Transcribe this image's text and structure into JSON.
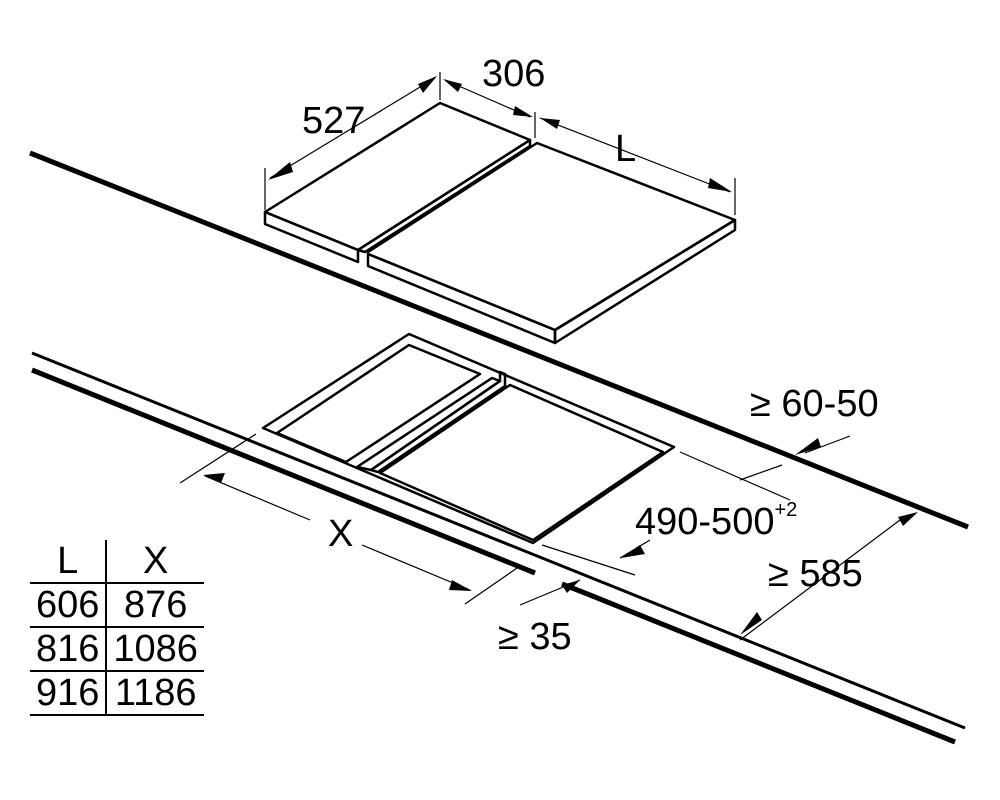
{
  "dimensions": {
    "hob_depth": "527",
    "module_width": "306",
    "hob_length": "L",
    "cutout_length": "X",
    "front_distance": "≥ 60-50",
    "cutout_depth": "490-500",
    "cutout_depth_tolerance": "+2",
    "counter_depth": "≥ 585",
    "side_distance": "≥ 35"
  },
  "table": {
    "headers": [
      "L",
      "X"
    ],
    "rows": [
      [
        "606",
        "876"
      ],
      [
        "816",
        "1086"
      ],
      [
        "916",
        "1186"
      ]
    ]
  }
}
